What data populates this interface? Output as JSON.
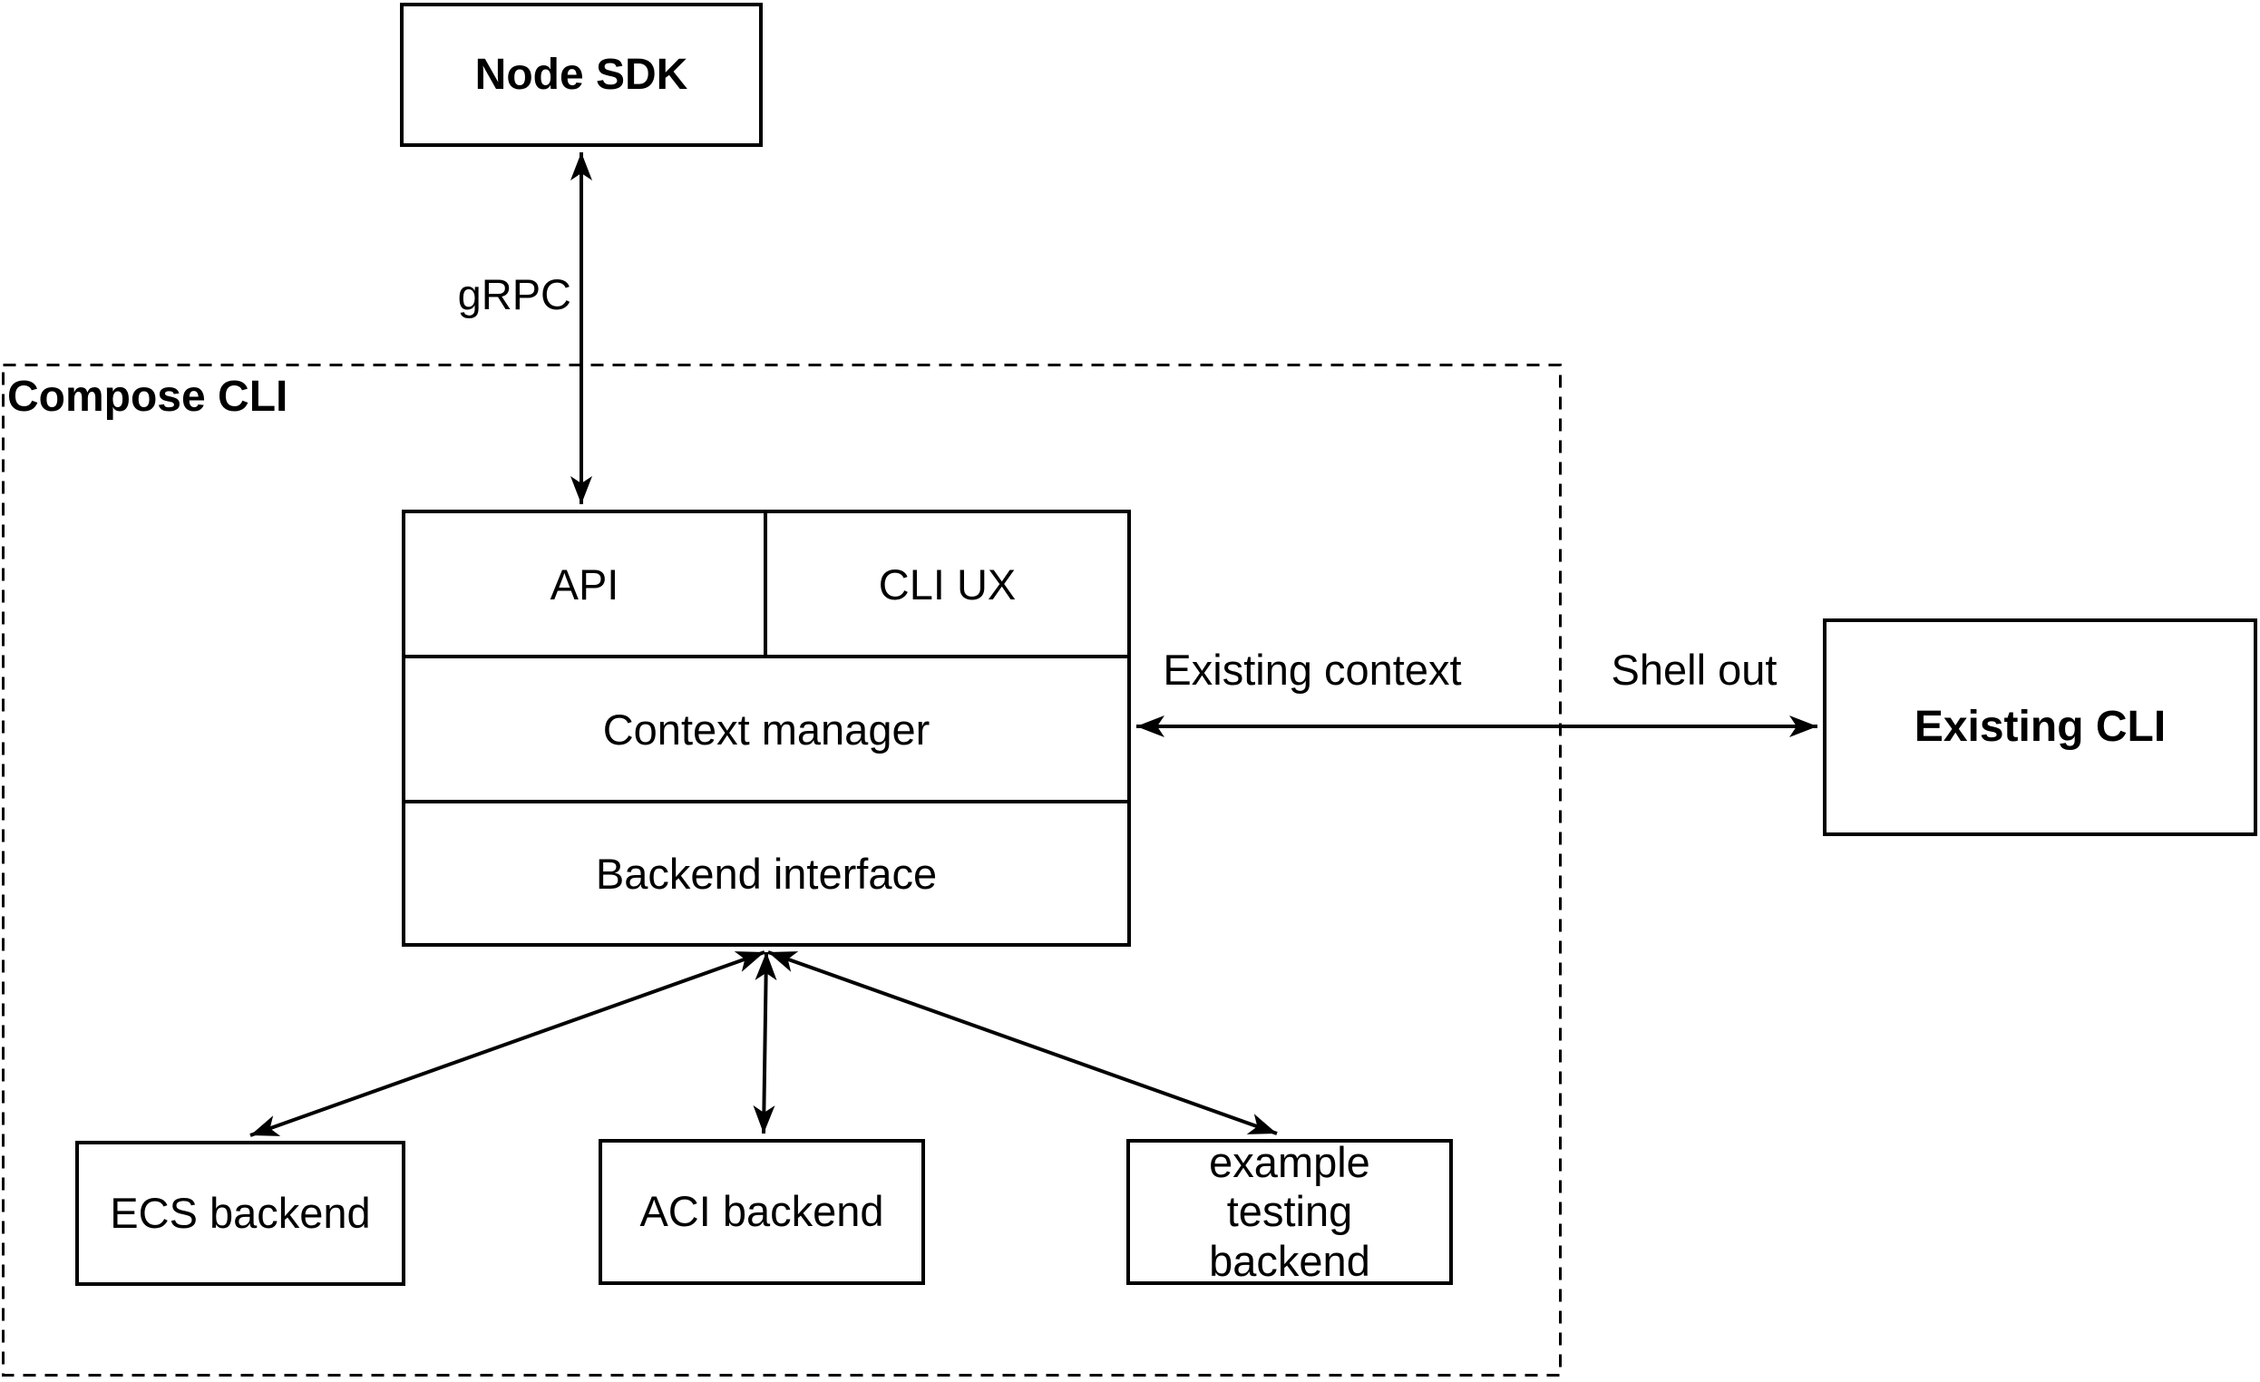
{
  "diagram": {
    "colors": {
      "background": "#ffffff",
      "stroke": "#000000",
      "text": "#000000"
    },
    "container": {
      "label": "Compose CLI"
    },
    "nodes": {
      "node_sdk": {
        "label": "Node SDK"
      },
      "api": {
        "label": "API"
      },
      "cli_ux": {
        "label": "CLI UX"
      },
      "context_manager": {
        "label": "Context manager"
      },
      "backend_interface": {
        "label": "Backend interface"
      },
      "ecs_backend": {
        "label": "ECS backend"
      },
      "aci_backend": {
        "label": "ACI backend"
      },
      "example_testing_backend": {
        "label": "example testing backend"
      },
      "existing_cli": {
        "label": "Existing CLI"
      }
    },
    "edges": {
      "grpc": {
        "label": "gRPC",
        "from": "node_sdk",
        "to": "api",
        "style": "double-arrow"
      },
      "existing_context_shell_out": {
        "label_inside": "Existing context",
        "label_outside": "Shell out",
        "from": "context_manager",
        "to": "existing_cli",
        "style": "double-arrow"
      },
      "backend_to_ecs": {
        "from": "backend_interface",
        "to": "ecs_backend",
        "style": "double-arrow"
      },
      "backend_to_aci": {
        "from": "backend_interface",
        "to": "aci_backend",
        "style": "double-arrow"
      },
      "backend_to_example": {
        "from": "backend_interface",
        "to": "example_testing_backend",
        "style": "double-arrow"
      }
    }
  }
}
